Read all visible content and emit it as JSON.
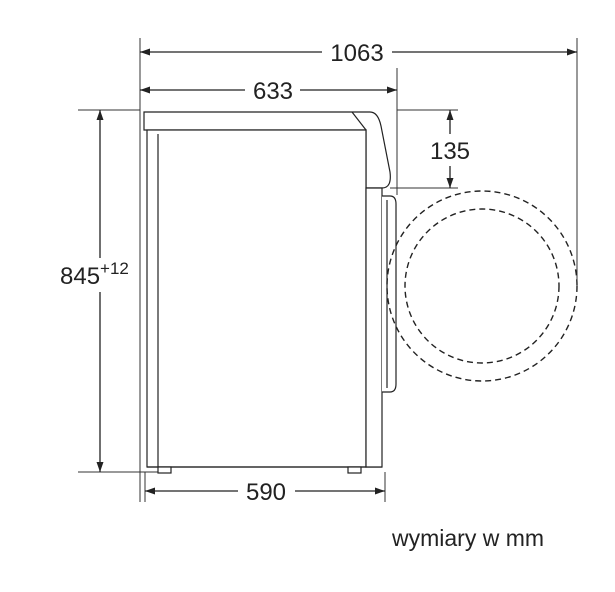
{
  "dimensions": {
    "total_depth_door_open": "1063",
    "depth_with_top": "633",
    "top_overhang": "135",
    "height": "845",
    "height_tolerance": "+12",
    "body_depth": "590"
  },
  "note": "wymiary w mm",
  "colors": {
    "line": "#222222",
    "background": "#ffffff"
  }
}
